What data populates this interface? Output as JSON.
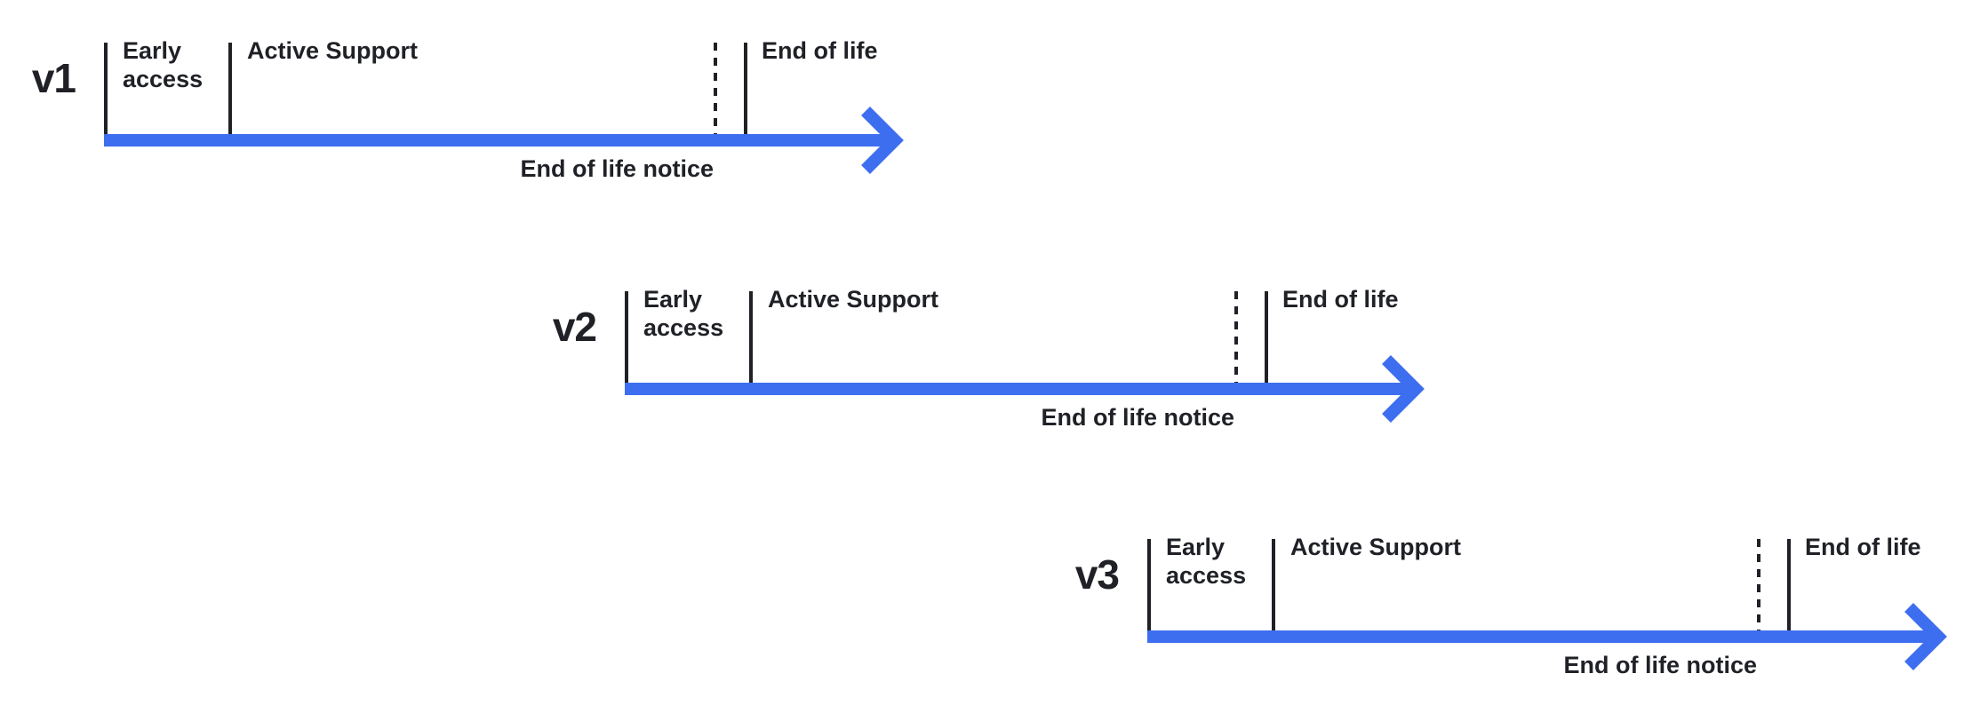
{
  "colors": {
    "arrow": "#3e6ef0",
    "ink": "#1f2126"
  },
  "timelines": [
    {
      "version": "v1",
      "labels": {
        "early_access": "Early access",
        "active_support": "Active Support",
        "end_of_life": "End of life",
        "end_of_life_notice": "End of life notice"
      }
    },
    {
      "version": "v2",
      "labels": {
        "early_access": "Early access",
        "active_support": "Active Support",
        "end_of_life": "End of life",
        "end_of_life_notice": "End of life notice"
      }
    },
    {
      "version": "v3",
      "labels": {
        "early_access": "Early access",
        "active_support": "Active Support",
        "end_of_life": "End of life",
        "end_of_life_notice": "End of life notice"
      }
    }
  ]
}
